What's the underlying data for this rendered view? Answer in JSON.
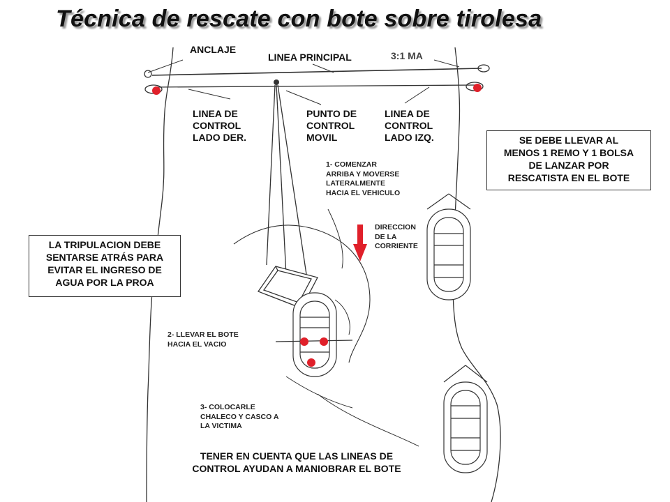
{
  "title": "Técnica de rescate con bote sobre tirolesa",
  "labels": {
    "anclaje": "ANCLAJE",
    "linea_principal": "LINEA PRINCIPAL",
    "ma": "3:1 MA",
    "control_der": "LINEA DE\nCONTROL\nLADO DER.",
    "punto_control": "PUNTO DE\nCONTROL\nMOVIL",
    "control_izq": "LINEA DE\nCONTROL\nLADO IZQ."
  },
  "steps": {
    "step1": "1- COMENZAR\nARRIBA Y MOVERSE\nLATERALMENTE\nHACIA EL VEHICULO",
    "step2": "2- LLEVAR EL BOTE\nHACIA EL VACIO",
    "step3": "3- COLOCARLE\nCHALECO Y CASCO A\nLA VICTIMA"
  },
  "direccion": "DIRECCION\nDE LA\nCORRIENTE",
  "notes": {
    "right_box": "SE DEBE LLEVAR AL\nMENOS 1 REMO Y 1 BOLSA\nDE LANZAR POR\nRESCATISTA EN EL BOTE",
    "left_box": "LA TRIPULACION DEBE\nSENTARSE ATRÁS PARA\nEVITAR EL INGRESO DE\nAGUA POR LA PROA",
    "bottom": "TENER EN CUENTA QUE LAS LINEAS  DE\nCONTROL AYUDAN A MANIOBRAR EL BOTE"
  },
  "colors": {
    "rescuer": "#e0202a",
    "arrow": "#e0202a",
    "ink": "#222222"
  }
}
